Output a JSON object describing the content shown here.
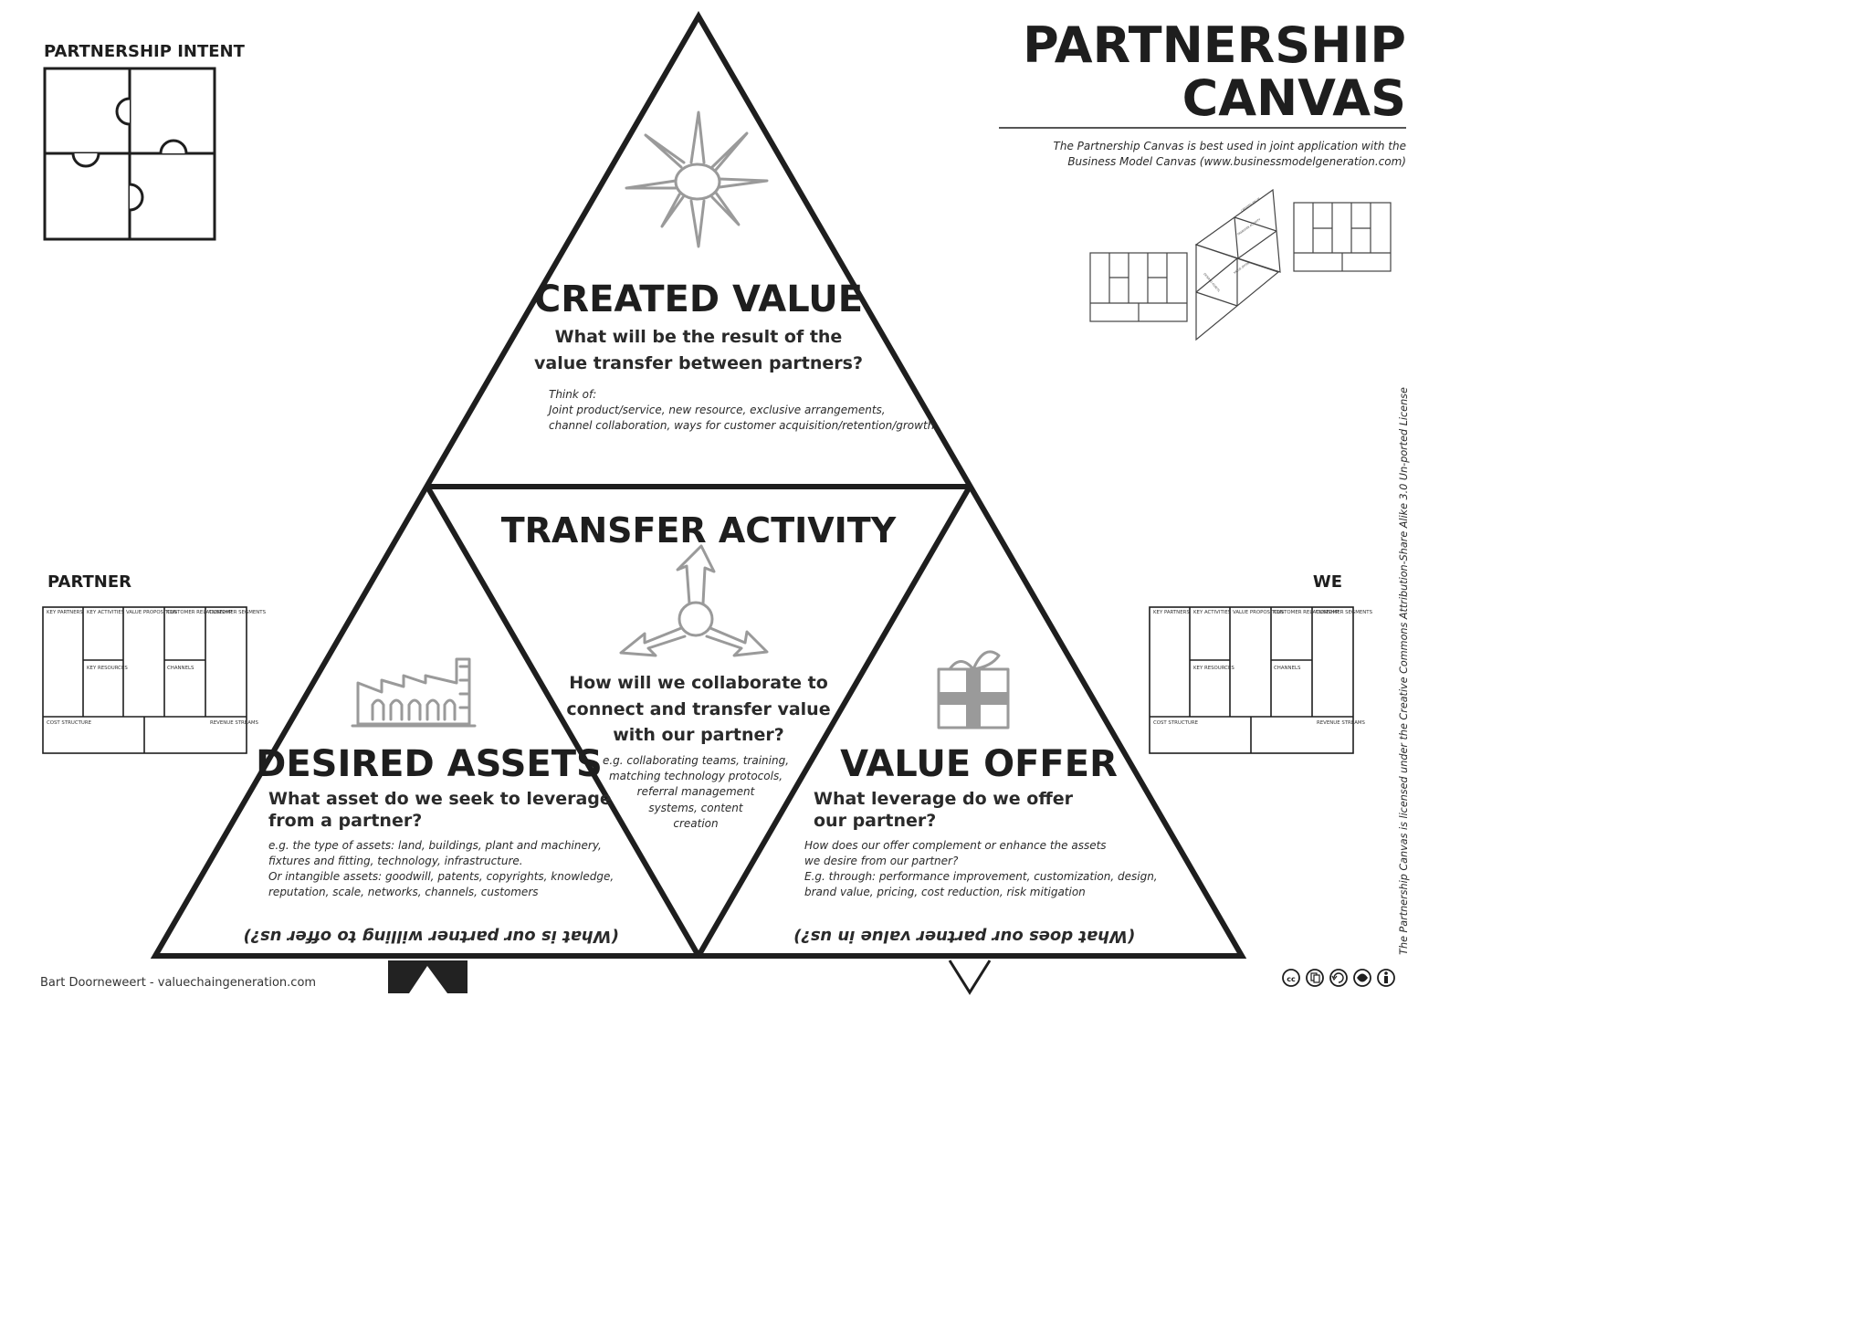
{
  "header": {
    "title_line1": "PARTNERSHIP",
    "title_line2": "CANVAS",
    "subtitle_line1": "The Partnership Canvas is best used in joint application with the",
    "subtitle_line2": "Business Model Canvas (www.businessmodelgeneration.com)"
  },
  "intent": {
    "label": "PARTNERSHIP INTENT",
    "icon": "puzzle-icon"
  },
  "created_value": {
    "title": "CREATED VALUE",
    "question_line1": "What will be the result of the",
    "question_line2": "value transfer between partners?",
    "hint_line1": "Think of:",
    "hint_line2": "Joint product/service, new resource, exclusive arrangements,",
    "hint_line3": "channel collaboration, ways for customer acquisition/retention/growth",
    "icon": "sun-icon"
  },
  "transfer_activity": {
    "title": "TRANSFER ACTIVITY",
    "question_line1": "How will we collaborate to",
    "question_line2": "connect and transfer value",
    "question_line3": "with our partner?",
    "hint_line1": "e.g. collaborating teams, training,",
    "hint_line2": "matching technology protocols,",
    "hint_line3": "referral management",
    "hint_line4": "systems, content",
    "hint_line5": "creation",
    "icon": "three-arrows-icon"
  },
  "desired_assets": {
    "title": "DESIRED ASSETS",
    "question_line1": "What asset do we seek to leverage",
    "question_line2": "from a partner?",
    "hint_line1": "e.g. the type of assets: land, buildings, plant and machinery,",
    "hint_line2": "fixtures and fitting, technology, infrastructure.",
    "hint_line3": "Or intangible assets: goodwill, patents, copyrights, knowledge,",
    "hint_line4": "reputation, scale, networks, channels, customers",
    "upside_down": "(What is our partner willing to offer us?)",
    "icon": "factory-icon"
  },
  "value_offer": {
    "title": "VALUE OFFER",
    "question_line1": "What leverage do we offer",
    "question_line2": "our partner?",
    "hint_line1": "How does our offer complement or enhance the assets",
    "hint_line2": "we desire from our partner?",
    "hint_line3": "E.g. through: performance improvement, customization, design,",
    "hint_line4": "brand value, pricing, cost reduction, risk mitigation",
    "upside_down": "(What does our partner value in us?)",
    "icon": "gift-icon"
  },
  "partner_bmc": {
    "label": "PARTNER",
    "key_partners": "KEY PARTNERS",
    "key_activities": "KEY ACTIVITIES",
    "key_resources": "KEY RESOURCES",
    "value_proposition": "VALUE PROPOSITION",
    "customer_relationship": "CUSTOMER RELATIONSHIP",
    "channels": "CHANNELS",
    "customer_segments": "CUSTOMER SEGMENTS",
    "cost_structure": "COST STRUCTURE",
    "revenue_streams": "REVENUE STREAMS"
  },
  "we_bmc": {
    "label": "WE",
    "key_partners": "KEY PARTNERS",
    "key_activities": "KEY ACTIVITIES",
    "key_resources": "KEY RESOURCES",
    "value_proposition": "VALUE PROPOSITION",
    "customer_relationship": "CUSTOMER RELATIONSHIP",
    "channels": "CHANNELS",
    "customer_segments": "CUSTOMER SEGMENTS",
    "cost_structure": "COST STRUCTURE",
    "revenue_streams": "REVENUE STREAMS"
  },
  "preview_thumbnail": {
    "created_value": "CREATED VALUE",
    "transfer_activity": "TRANSFER ACTIVITY",
    "desired_assets": "DESIRED ASSETS",
    "value_offer": "VALUE OFFER"
  },
  "license_text": "The Partnership Canvas is licensed under the Creative Commons Attribution-Share Alike 3.0 Un-ported License",
  "footer": {
    "author": "Bart Doorneweert - valuechaingeneration.com",
    "cc_icons": [
      "cc-icon",
      "copy-icon",
      "remix-icon",
      "noncommercial-icon",
      "attribution-icon"
    ]
  },
  "colors": {
    "line": "#1e1e1e",
    "icon": "#9a9a9a",
    "background": "#ffffff"
  }
}
